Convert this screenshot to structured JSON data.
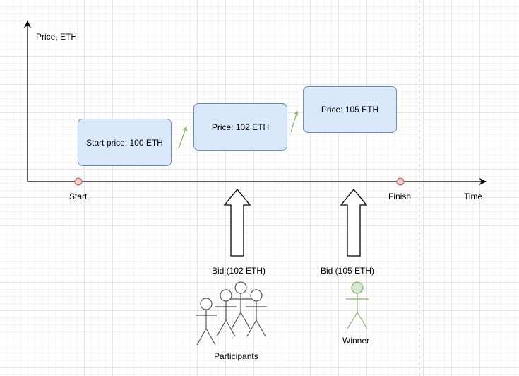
{
  "axes": {
    "y_label": "Price, ETH",
    "x_label": "Time"
  },
  "timeline": {
    "start_label": "Start",
    "finish_label": "Finish"
  },
  "price_boxes": [
    {
      "label": "Start price: 100 ETH"
    },
    {
      "label": "Price: 102 ETH"
    },
    {
      "label": "Price: 105 ETH"
    }
  ],
  "bids": [
    {
      "label": "Bid (102 ETH)"
    },
    {
      "label": "Bid (105 ETH)"
    }
  ],
  "actors": {
    "participants_label": "Participants",
    "winner_label": "Winner"
  },
  "colors": {
    "box_fill": "#dae8fc",
    "box_stroke": "#6c8ebf",
    "marker_fill": "#f8cecc",
    "marker_stroke": "#b85450",
    "growth_arrow": "#82b366",
    "winner_fill": "#d5e8d4",
    "winner_stroke": "#82b366"
  }
}
